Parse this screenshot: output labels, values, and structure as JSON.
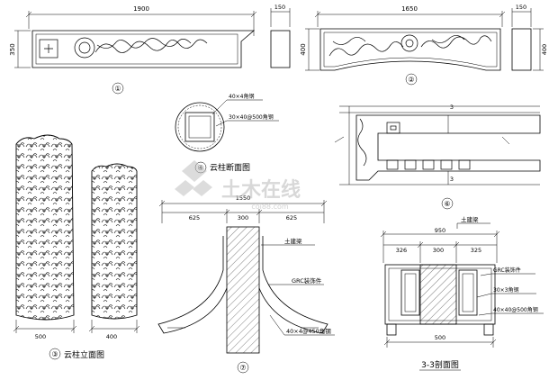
{
  "drawing": {
    "view1": {
      "number": "①",
      "width_dim": "1900",
      "height_dim": "350",
      "side_width_dim": "150"
    },
    "view2": {
      "number": "②",
      "width_dim": "1650",
      "height_dim": "400",
      "side_width_dim": "150",
      "side_height_dim": "400"
    },
    "view3": {
      "number": "③",
      "title": "云柱立面图",
      "dim_left": "500",
      "dim_right": "400"
    },
    "view4": {
      "number": "④",
      "title": "云柱断面图",
      "note_top": "40×4角钢",
      "note_bottom": "30×40@500角钢"
    },
    "view6": {
      "number": "⑥",
      "dim_top": "3",
      "dim_bottom": "3"
    },
    "view7": {
      "number": "⑦",
      "dim_total": "1550",
      "dim_left": "625",
      "dim_mid": "300",
      "dim_right": "625",
      "note_beam": "土建梁",
      "note_grc": "GRC装饰件",
      "note_steel": "40×4@450角钢"
    },
    "section33": {
      "title": "3-3剖面图",
      "dim_total": "950",
      "dim_left": "326",
      "dim_mid": "300",
      "dim_right": "325",
      "dim_bottom": "500",
      "note_beam": "土建梁",
      "note_grc": "GRC装饰件",
      "note_steel1": "30×3角钢",
      "note_steel2": "40×40@500角钢"
    },
    "watermark": {
      "cn": "土木在线",
      "en": "coi88.com"
    }
  }
}
